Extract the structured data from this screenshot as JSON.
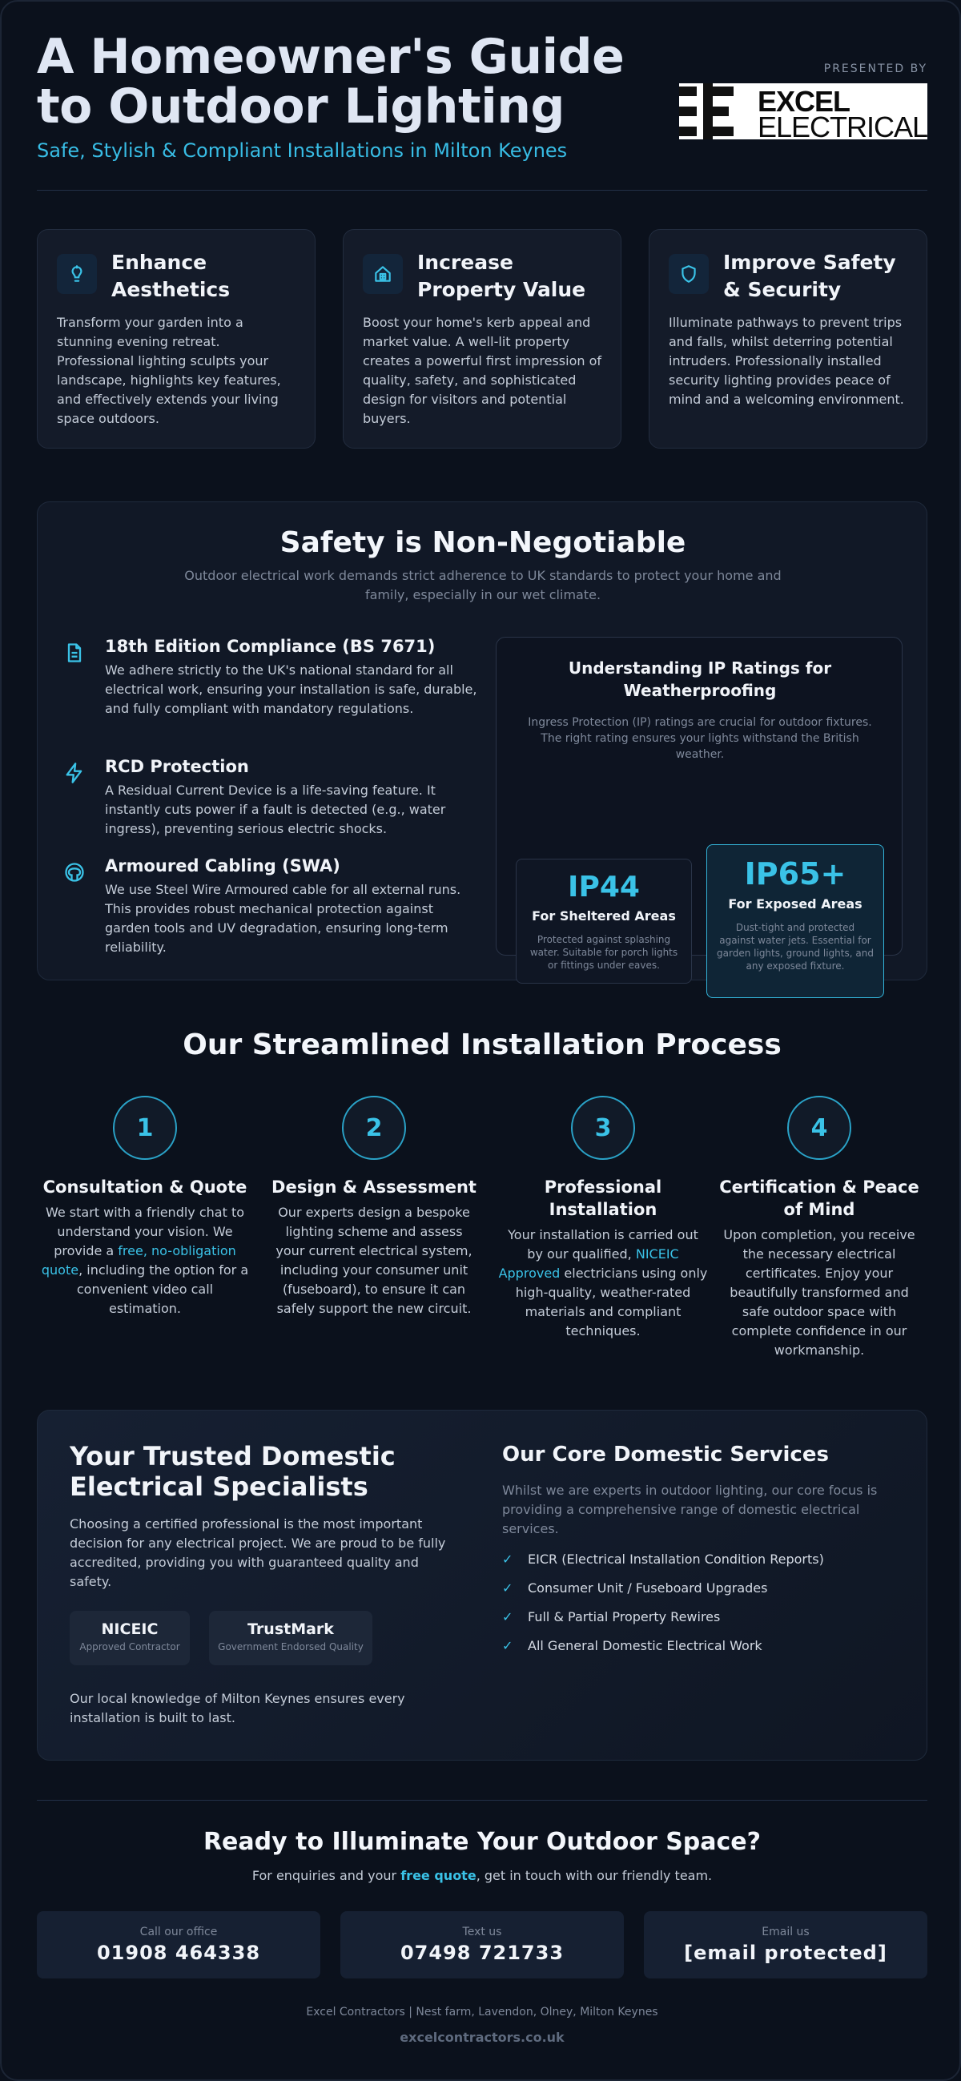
{
  "header": {
    "title": "A Homeowner's Guide to Outdoor Lighting",
    "subtitle": "Safe, Stylish & Compliant Installations in Milton Keynes",
    "presented_by": "PRESENTED BY",
    "logo_line1": "EXCEL",
    "logo_line2": "ELECTRICAL"
  },
  "benefits": [
    {
      "title": "Enhance Aesthetics",
      "icon": "lightbulb-icon",
      "text": "Transform your garden into a stunning evening retreat. Professional lighting sculpts your landscape, highlights key features, and effectively extends your living space outdoors."
    },
    {
      "title": "Increase Property Value",
      "icon": "house-icon",
      "text": "Boost your home's kerb appeal and market value. A well-lit property creates a powerful first impression of quality, safety, and sophisticated design for visitors and potential buyers."
    },
    {
      "title": "Improve Safety & Security",
      "icon": "shield-icon",
      "text": "Illuminate pathways to prevent trips and falls, whilst deterring potential intruders. Professionally installed security lighting provides peace of mind and a welcoming environment."
    }
  ],
  "safety": {
    "title": "Safety is Non-Negotiable",
    "subtitle": "Outdoor electrical work demands strict adherence to UK standards to protect your home and family, especially in our wet climate.",
    "items": [
      {
        "title": "18th Edition Compliance (BS 7671)",
        "icon": "document-icon",
        "text": "We adhere strictly to the UK's national standard for all electrical work, ensuring your installation is safe, durable, and fully compliant with mandatory regulations."
      },
      {
        "title": "RCD Protection",
        "icon": "lightning-icon",
        "text": "A Residual Current Device is a life-saving feature. It instantly cuts power if a fault is detected (e.g., water ingress), preventing serious electric shocks."
      },
      {
        "title": "Armoured Cabling (SWA)",
        "icon": "cable-icon",
        "text": "We use Steel Wire Armoured cable for all external runs. This provides robust mechanical protection against garden tools and UV degradation, ensuring long-term reliability."
      }
    ],
    "ip": {
      "title": "Understanding IP Ratings for Weatherproofing",
      "subtitle": "Ingress Protection (IP) ratings are crucial for outdoor fixtures. The right rating ensures your lights withstand the British weather.",
      "cards": [
        {
          "code": "IP44",
          "label": "For Sheltered Areas",
          "desc": "Protected against splashing water. Suitable for porch lights or fittings under eaves."
        },
        {
          "code": "IP65+",
          "label": "For Exposed Areas",
          "desc": "Dust-tight and protected against water jets. Essential for garden lights, ground lights, and any exposed fixture."
        }
      ]
    }
  },
  "process": {
    "title": "Our Streamlined Installation Process",
    "steps": [
      {
        "num": "1",
        "title": "Consultation & Quote",
        "pre": "We start with a friendly chat to understand your vision. We provide a ",
        "hl": "free, no-obligation quote",
        "post": ", including the option for a convenient video call estimation."
      },
      {
        "num": "2",
        "title": "Design & Assessment",
        "pre": "Our experts design a bespoke lighting scheme and assess your current electrical system, including your consumer unit (fuseboard), to ensure it can safely support the new circuit.",
        "hl": "",
        "post": ""
      },
      {
        "num": "3",
        "title": "Professional Installation",
        "pre": "Your installation is carried out by our qualified, ",
        "hl": "NICEIC Approved",
        "post": " electricians using only high-quality, weather-rated materials and compliant techniques."
      },
      {
        "num": "4",
        "title": "Certification & Peace of Mind",
        "pre": "Upon completion, you receive the necessary electrical certificates. Enjoy your beautifully transformed and safe outdoor space with complete confidence in our workmanship.",
        "hl": "",
        "post": ""
      }
    ]
  },
  "trust": {
    "title": "Your Trusted Domestic Electrical Specialists",
    "text": "Choosing a certified professional is the most important decision for any electrical project. We are proud to be fully accredited, providing you with guaranteed quality and safety.",
    "badges": [
      {
        "name": "NICEIC",
        "sub": "Approved Contractor"
      },
      {
        "name": "TrustMark",
        "sub": "Government Endorsed Quality"
      }
    ],
    "footer": "Our local knowledge of Milton Keynes ensures every installation is built to last.",
    "services_title": "Our Core Domestic Services",
    "services_sub": "Whilst we are experts in outdoor lighting, our core focus is providing a comprehensive range of domestic electrical services.",
    "services": [
      "EICR (Electrical Installation Condition Reports)",
      "Consumer Unit / Fuseboard Upgrades",
      "Full & Partial Property Rewires",
      "All General Domestic Electrical Work"
    ]
  },
  "cta": {
    "title": "Ready to Illuminate Your Outdoor Space?",
    "sub_pre": "For enquiries and your ",
    "sub_hl": "free quote",
    "sub_post": ", get in touch with our friendly team.",
    "contacts": [
      {
        "label": "Call our office",
        "value": "01908 464338"
      },
      {
        "label": "Text us",
        "value": "07498 721733"
      },
      {
        "label": "Email us",
        "value": "[email protected]"
      }
    ],
    "address": "Excel Contractors | Nest farm, Lavendon, Olney, Milton Keynes",
    "website": "excelcontractors.co.uk"
  },
  "colors": {
    "accent": "#3ac2e7",
    "background": "#0b111c",
    "card": "#141b29"
  }
}
